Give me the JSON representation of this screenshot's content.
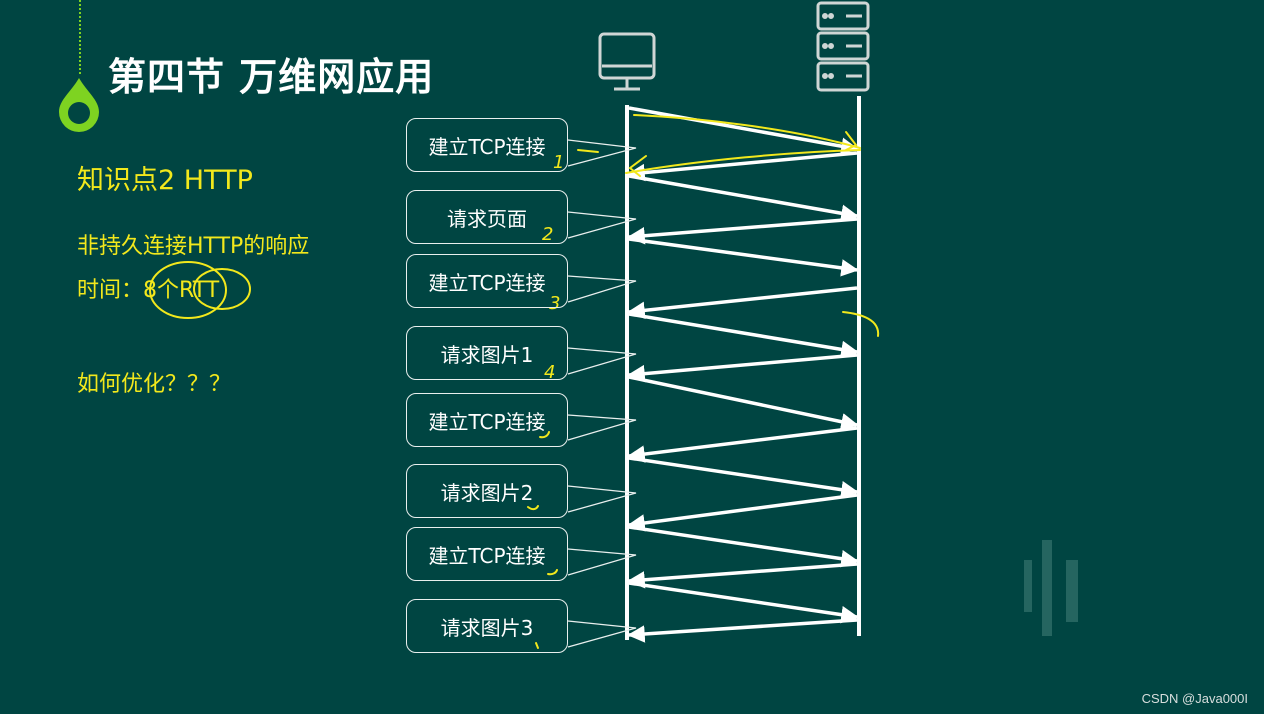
{
  "slide": {
    "title": "第四节  万维网应用",
    "knowledge_point": "知识点2  HTTP",
    "response_line1": "非持久连接HTTP的响应",
    "response_line2_prefix": "时间：",
    "response_line2_value": "8个RTT",
    "optimize": "如何优化？？？"
  },
  "diagram": {
    "client_icon": "desktop-monitor-icon",
    "server_icon": "server-rack-icon",
    "steps": [
      {
        "label": "建立TCP连接"
      },
      {
        "label": "请求页面"
      },
      {
        "label": "建立TCP连接"
      },
      {
        "label": "请求图片1"
      },
      {
        "label": "建立TCP连接"
      },
      {
        "label": "请求图片2"
      },
      {
        "label": "建立TCP连接"
      },
      {
        "label": "请求图片3"
      }
    ],
    "annotations": [
      "1",
      "2",
      "3",
      "4"
    ]
  },
  "colors": {
    "background": "#004542",
    "accent_green": "#7ed321",
    "highlight_yellow": "#f2e81c",
    "line_white": "#ffffff"
  },
  "watermark": "CSDN @Java000I"
}
